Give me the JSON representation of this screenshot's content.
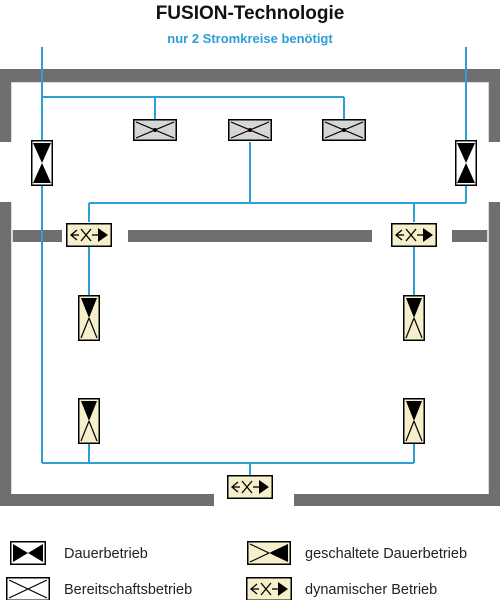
{
  "header": {
    "title": "FUSION-Technologie",
    "subtitle": "nur 2 Stromkreise benötigt"
  },
  "legend": [
    {
      "label": "Dauerbetrieb",
      "icon": "dauerbetrieb-icon"
    },
    {
      "label": "geschaltete Dauerbetrieb",
      "icon": "geschaltete-dauerbetrieb-icon"
    },
    {
      "label": "Bereitschaftsbetrieb",
      "icon": "bereitschaftsbetrieb-icon"
    },
    {
      "label": "dynamischer Betrieb",
      "icon": "dynamischer-betrieb-icon"
    }
  ],
  "colors": {
    "wire": "#2b9fd6",
    "wall": "#6f6f6f",
    "standby_fill": "#d6d6d6",
    "switched_fill": "#f5efcc",
    "black": "#000000",
    "subtitle": "#2b9fd6"
  }
}
